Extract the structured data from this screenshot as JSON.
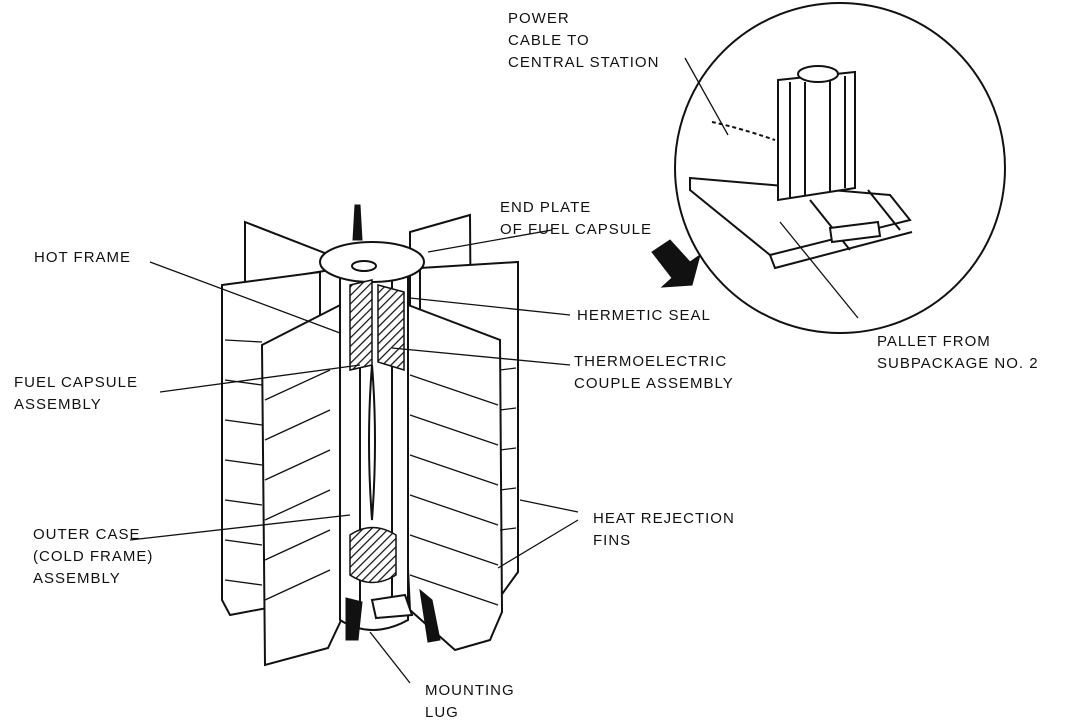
{
  "labels": {
    "power_cable": [
      "POWER",
      "CABLE TO",
      "CENTRAL STATION"
    ],
    "end_plate": [
      "END PLATE",
      "OF FUEL CAPSULE"
    ],
    "hot_frame": [
      "HOT FRAME"
    ],
    "hermetic_seal": [
      "HERMETIC SEAL"
    ],
    "thermoelectric": [
      "THERMOELECTRIC",
      "COUPLE ASSEMBLY"
    ],
    "fuel_capsule": [
      "FUEL CAPSULE",
      "ASSEMBLY"
    ],
    "pallet": [
      "PALLET FROM",
      "SUBPACKAGE NO. 2"
    ],
    "outer_case": [
      "OUTER CASE",
      "(COLD FRAME)",
      "ASSEMBLY"
    ],
    "heat_rejection": [
      "HEAT REJECTION",
      "FINS"
    ],
    "mounting_lug": [
      "MOUNTING",
      "LUG"
    ]
  }
}
